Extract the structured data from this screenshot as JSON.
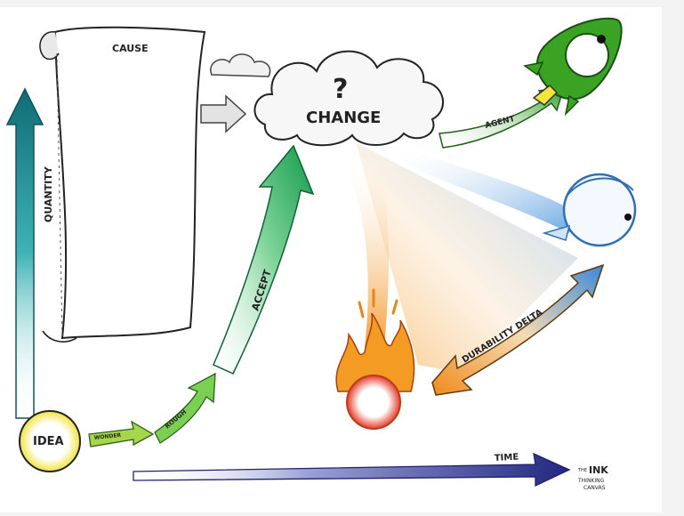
{
  "diagram": {
    "labels": {
      "cause": "CAUSE",
      "quantity": "QUANTITY",
      "question_mark": "?",
      "change": "CHANGE",
      "agent": "AGENT",
      "accept": "ACCEPT",
      "durability_delta": "DURABILITY DELTA",
      "idea": "IDEA",
      "idea_sub": "",
      "stage_1": "WONDER",
      "stage_2": "ROUGH",
      "time": "TIME",
      "logo_the": "THE",
      "logo_ink": "INK",
      "logo_line1": "THINKING",
      "logo_line2": "CANVAS"
    },
    "colors": {
      "quantity_arrow": "#1b7f86",
      "accept_arrow": "#19a35a",
      "agent_arrow": "#3a9b2b",
      "time_arrow": "#2a2f8f",
      "durability_arrow": "#e68a1f",
      "durability_arrow_end": "#3c88d8",
      "fire": "#f08a1c",
      "idea_circle": "#f2e94a"
    }
  }
}
